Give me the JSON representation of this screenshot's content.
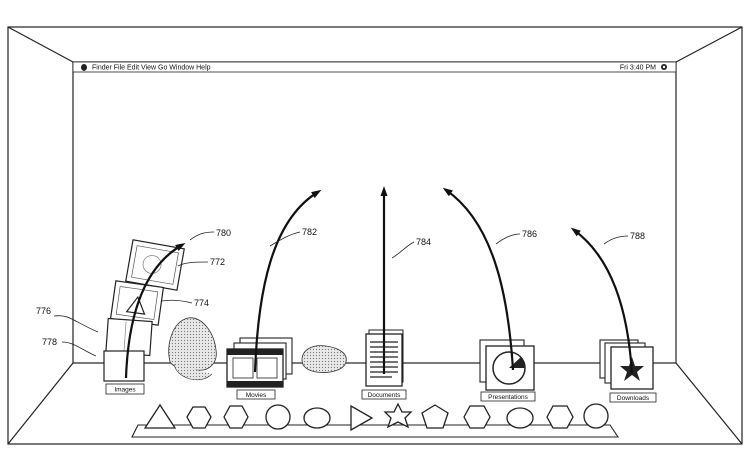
{
  "menubar": {
    "apple_icon": "apple-icon",
    "menu_text": "Finder File Edit View Go Window Help",
    "clock": "Fri 3:40 PM",
    "spotlight_icon": "spotlight-icon"
  },
  "stacks": [
    {
      "label": "Images",
      "ref": "780",
      "icon": "images-stack-icon"
    },
    {
      "label": "Movies",
      "ref": "782",
      "icon": "movies-stack-icon"
    },
    {
      "label": "Documents",
      "ref": "784",
      "icon": "documents-stack-icon"
    },
    {
      "label": "Presentations",
      "ref": "786",
      "icon": "presentations-stack-icon"
    },
    {
      "label": "Downloads",
      "ref": "788",
      "icon": "downloads-stack-icon"
    }
  ],
  "callouts": {
    "r772": "772",
    "r774": "774",
    "r776": "776",
    "r778": "778"
  },
  "dock_icons": [
    "triangle-icon",
    "hexagon-icon",
    "hexagon-icon",
    "circle-icon",
    "ellipse-icon",
    "play-triangle-icon",
    "star-icon",
    "pentagon-icon",
    "hexagon-icon",
    "ellipse-icon",
    "hexagon-icon",
    "circle-icon"
  ]
}
